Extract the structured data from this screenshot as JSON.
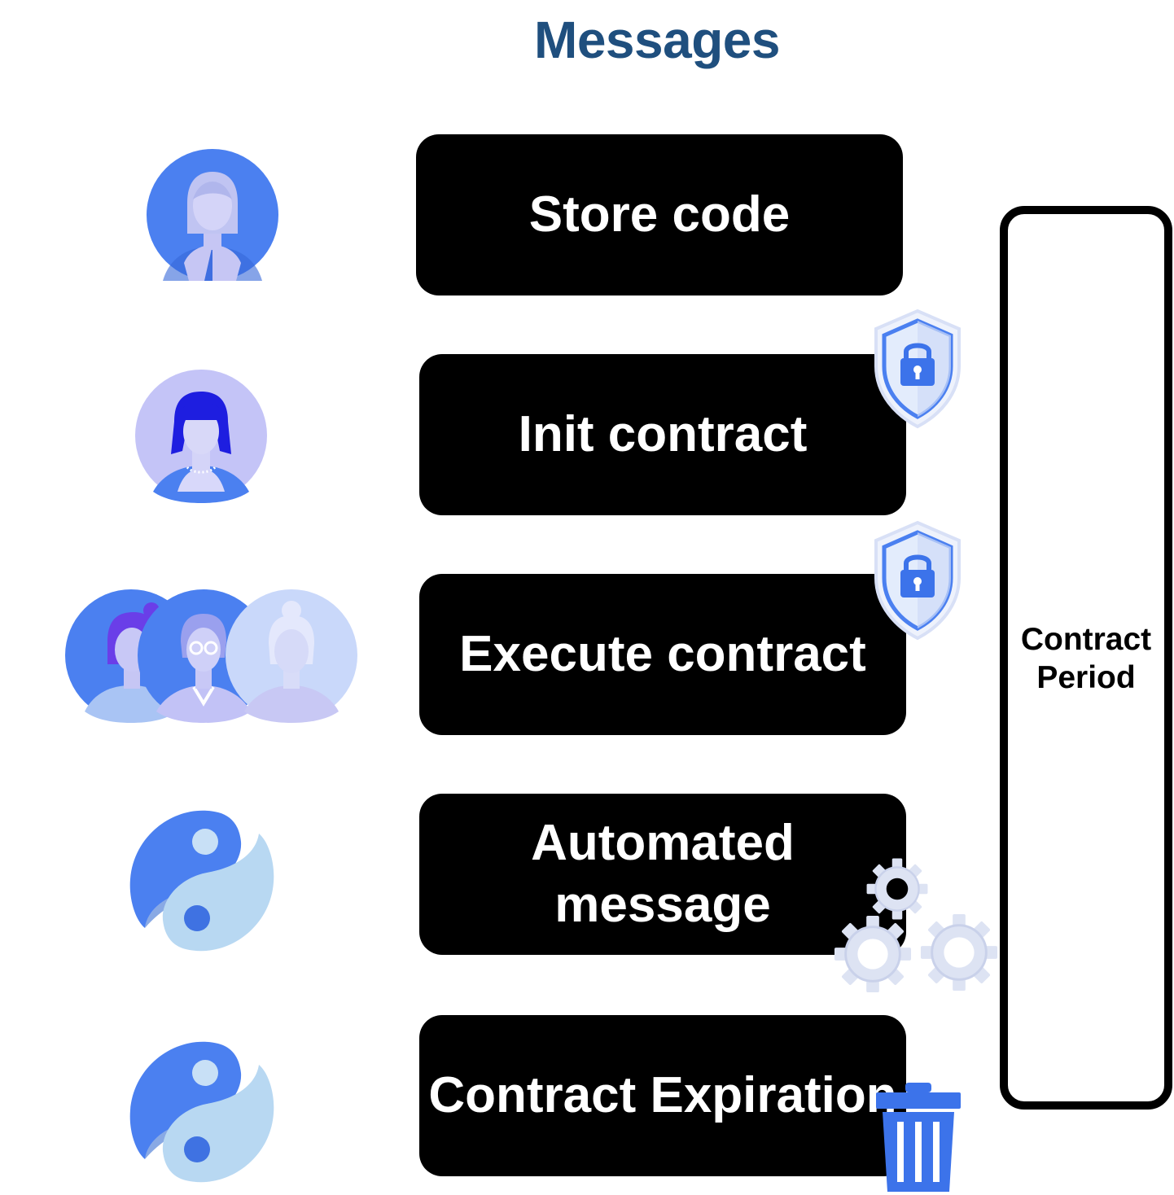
{
  "title": "Messages",
  "messages": [
    {
      "label": "Store code",
      "actor_icon": "user-avatar-icon"
    },
    {
      "label": "Init contract",
      "actor_icon": "user-avatar-icon",
      "badge_icon": "shield-lock-icon"
    },
    {
      "label": "Execute contract",
      "actor_icon": "user-group-icon",
      "badge_icon": "shield-lock-icon"
    },
    {
      "label_lines": [
        "Automated",
        "message"
      ],
      "actor_icon": "yin-yang-icon",
      "badge_icon": "gears-icon"
    },
    {
      "label": "Contract Expiration",
      "actor_icon": "yin-yang-icon",
      "badge_icon": "trash-icon"
    }
  ],
  "period": {
    "label_lines": [
      "Contract",
      "Period"
    ]
  },
  "colors": {
    "title": "#1f4f7e",
    "box": "#000000",
    "box_text": "#ffffff",
    "blue": "#4b80f0",
    "lavender": "#c4c4f7",
    "light_blue": "#a9d3f0",
    "gear": "#dde3f3",
    "trash": "#3c73ea"
  }
}
